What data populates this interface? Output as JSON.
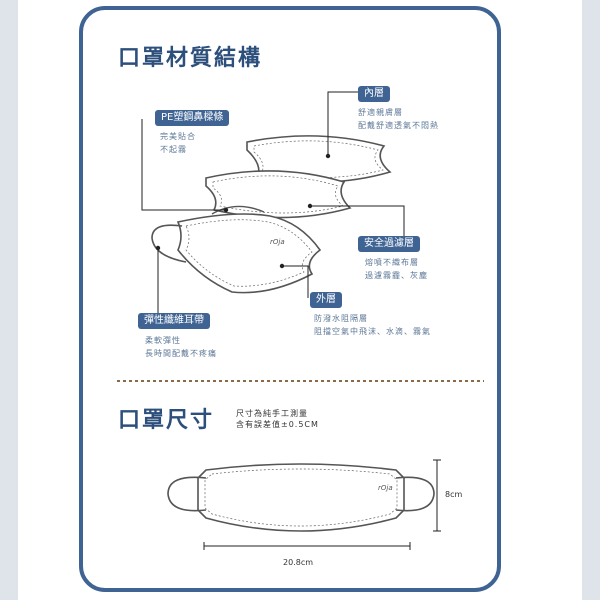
{
  "structure": {
    "title": "口罩材質結構",
    "layers": [
      {
        "id": "inner",
        "label": "內層",
        "desc": [
          "舒適親膚層",
          "配戴舒適透氣不悶熱"
        ]
      },
      {
        "id": "nose",
        "label": "PE塑鋼鼻樑條",
        "desc": [
          "完美貼合",
          "不起霧"
        ]
      },
      {
        "id": "filter",
        "label": "安全過濾層",
        "desc": [
          "熔噴不織布層",
          "過濾霧霾、灰塵"
        ]
      },
      {
        "id": "outer",
        "label": "外層",
        "desc": [
          "防潑水阻隔層",
          "阻擋空氣中飛沫、水滴、霧氣"
        ]
      },
      {
        "id": "ear",
        "label": "彈性纖維耳帶",
        "desc": [
          "柔軟彈性",
          "長時間配戴不疼痛"
        ]
      }
    ]
  },
  "size": {
    "title": "口罩尺寸",
    "note": [
      "尺寸為純手工測量",
      "含有誤差值±0.5CM"
    ],
    "width": "20.8cm",
    "height": "8cm"
  },
  "colors": {
    "accent": "#3f6494",
    "text": "#2d4f7c",
    "divider": "#8a6a4a"
  }
}
